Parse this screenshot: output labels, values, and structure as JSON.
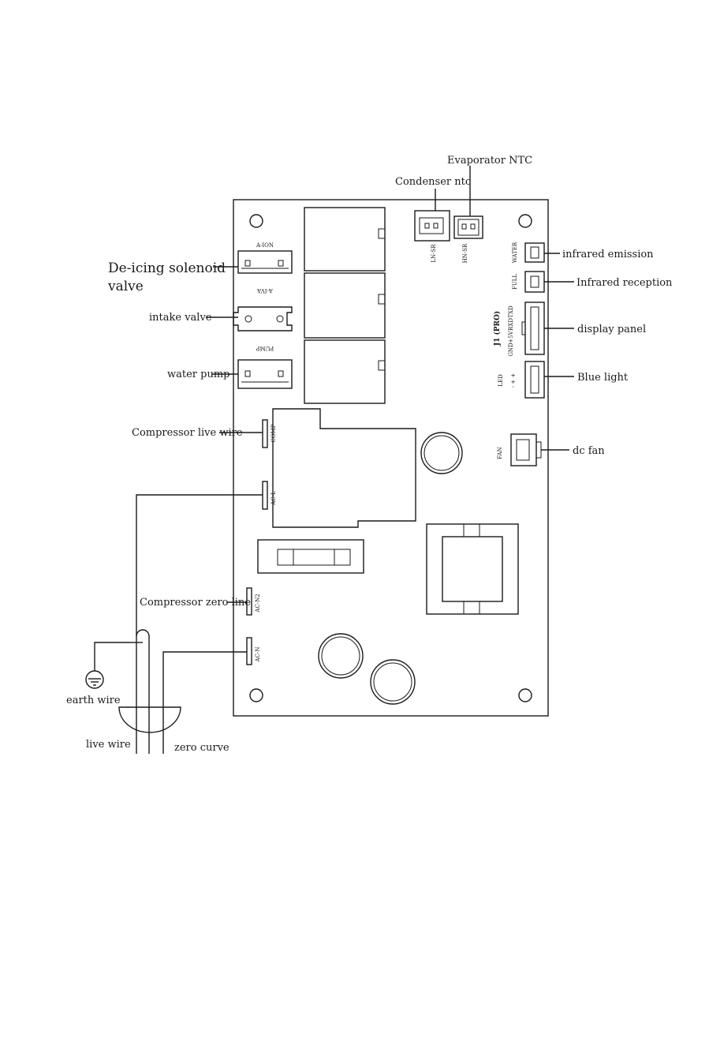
{
  "callouts": {
    "evaporator_ntc": "Evaporator NTC",
    "condenser_ntc": "Condenser ntc",
    "deicing_valve_line1": "De-icing solenoid",
    "deicing_valve_line2": "valve",
    "intake_valve": "intake valve",
    "water_pump": "water pump",
    "compressor_live": "Compressor live wire",
    "compressor_zero": "Compressor zero line",
    "earth_wire": "earth wire",
    "live_wire": "live wire",
    "zero_curve": "zero curve",
    "infrared_emission": "infrared emission",
    "infrared_reception": "Infrared reception",
    "display_panel": "display panel",
    "blue_light": "Blue light",
    "dc_fan": "dc fan"
  },
  "silkscreen": {
    "a_ion": "A-ION",
    "a_iva": "A-IVA",
    "pump": "PUMP",
    "ln_sr": "LN-SR",
    "hn_sr": "HN-SR",
    "water": "WATER",
    "full": "FULL",
    "j1": "J1 (PRO)",
    "txd": "TXD",
    "rxd": "RXD",
    "plus5v": "+5V",
    "gnd": "GND",
    "led": "LED",
    "led_pins": "- + +",
    "fan": "FAN",
    "comp": "COMP",
    "ac_l": "AC-L",
    "ac_n2": "AC-N2",
    "ac_n": "AC-N"
  }
}
